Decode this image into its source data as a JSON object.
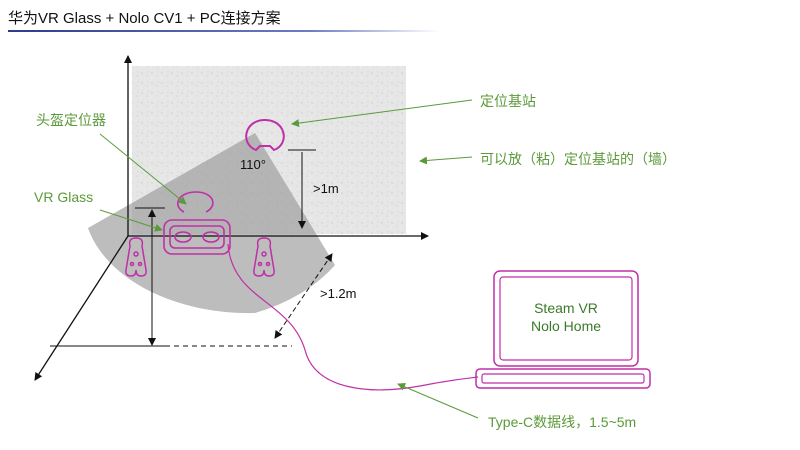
{
  "title": "华为VR Glass + Nolo CV1 + PC连接方案",
  "labels": {
    "base_station": "定位基站",
    "wall": "可以放（粘）定位基站的（墙）",
    "headset_locator": "头盔定位器",
    "vr_glass": "VR Glass",
    "angle": "110°",
    "height_1m": ">1m",
    "height_1_2m": ">1.2m",
    "pc_line1": "Steam VR",
    "pc_line2": "Nolo Home",
    "cable": "Type-C数据线，1.5~5m"
  },
  "colors": {
    "green_text": "#5b9a3a",
    "device_outline": "#c02fa8",
    "title_rule": "#2e3a8c",
    "fov_fill": "#9a9a9a"
  }
}
